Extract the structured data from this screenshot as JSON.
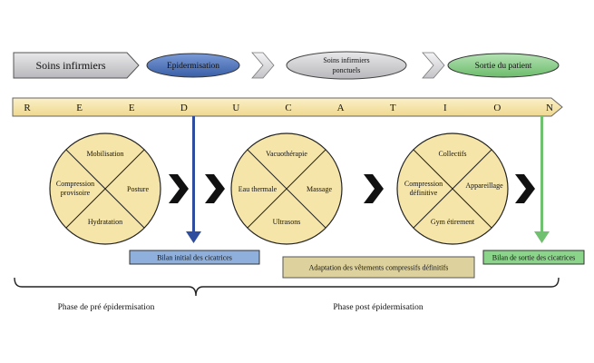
{
  "top_flow": {
    "soins_infirmiers": "Soins infirmiers",
    "epidermisation": "Epidermisation",
    "soins_ponctuels_line1": "Soins infirmiers",
    "soins_ponctuels_line2": "ponctuels",
    "sortie": "Sortie du patient"
  },
  "band": {
    "letters": [
      "R",
      "E",
      "E",
      "D",
      "U",
      "C",
      "A",
      "T",
      "I",
      "O",
      "N"
    ]
  },
  "circles": [
    {
      "top": "Mobilisation",
      "left_line1": "Compression",
      "left_line2": "provisoire",
      "right": "Posture",
      "bottom": "Hydratation"
    },
    {
      "top": "Vacuothérapie",
      "left": "Eau thermale",
      "right": "Massage",
      "bottom": "Ultrasons"
    },
    {
      "top": "Collectifs",
      "left_line1": "Compression",
      "left_line2": "définitive",
      "right": "Appareillage",
      "bottom": "Gym étirement"
    }
  ],
  "boxes": {
    "bilan_initial": "Bilan initial des cicatrices",
    "adaptation": "Adaptation des vêtements compressifs définitifs",
    "bilan_sortie": "Bilan de sortie des cicatrices"
  },
  "phases": {
    "pre": "Phase de pré épidermisation",
    "post": "Phase post épidermisation"
  },
  "colors": {
    "grey_fill": "#c8c8cc",
    "blue_fill": "#4a6fb8",
    "green_fill": "#7ec87e",
    "yellow_fill": "#f6e5a8",
    "dark_blue_arrow": "#2f4d9e",
    "green_arrow": "#6fc06f",
    "light_blue_box": "#8fb0dc",
    "khaki_box": "#ddd29e",
    "green_box": "#8ad58a"
  }
}
